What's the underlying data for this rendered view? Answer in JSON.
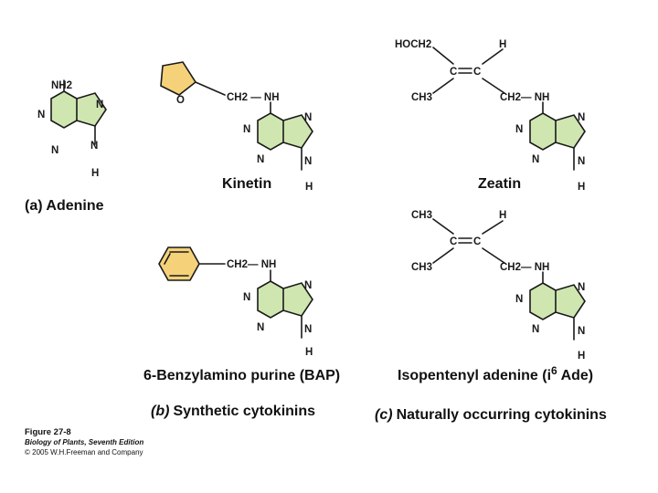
{
  "figure": {
    "panel_a": "(a) Adenine",
    "panel_b_letter": "(b)",
    "panel_b_title": "Synthetic cytokinins",
    "panel_c_letter": "(c)",
    "panel_c_title": "Naturally occurring cytokinins"
  },
  "molecules": {
    "adenine": {
      "top_group": "NH2"
    },
    "kinetin": {
      "name": "Kinetin",
      "side_chain": "CH2 — NH",
      "ring_o": "O"
    },
    "zeatin": {
      "name": "Zeatin",
      "hoch2": "HOCH2",
      "h": "H",
      "c": "C",
      "ch3": "CH3",
      "ch2nh": "CH2— NH"
    },
    "bap": {
      "name": "6-Benzylamino purine (BAP)",
      "side_chain": "CH2— NH"
    },
    "ipa": {
      "name_prefix": "Isopentenyl adenine (i",
      "name_sup": "6",
      "name_suffix": " Ade)",
      "ch3_top": "CH3",
      "ch3_bottom": "CH3",
      "h": "H",
      "c": "C",
      "ch2nh": "CH2— NH"
    }
  },
  "atoms": {
    "n": "N",
    "h": "H"
  },
  "caption": {
    "figure_number": "Figure 27-8",
    "book": "Biology of Plants, Seventh Edition",
    "copyright": "© 2005 W.H.Freeman and Company"
  },
  "colors": {
    "ring_fill": "#cfe6b0",
    "furan_fill": "#f5d27a",
    "benzene_fill": "#f5d27a",
    "ink": "#1a1a1a"
  }
}
